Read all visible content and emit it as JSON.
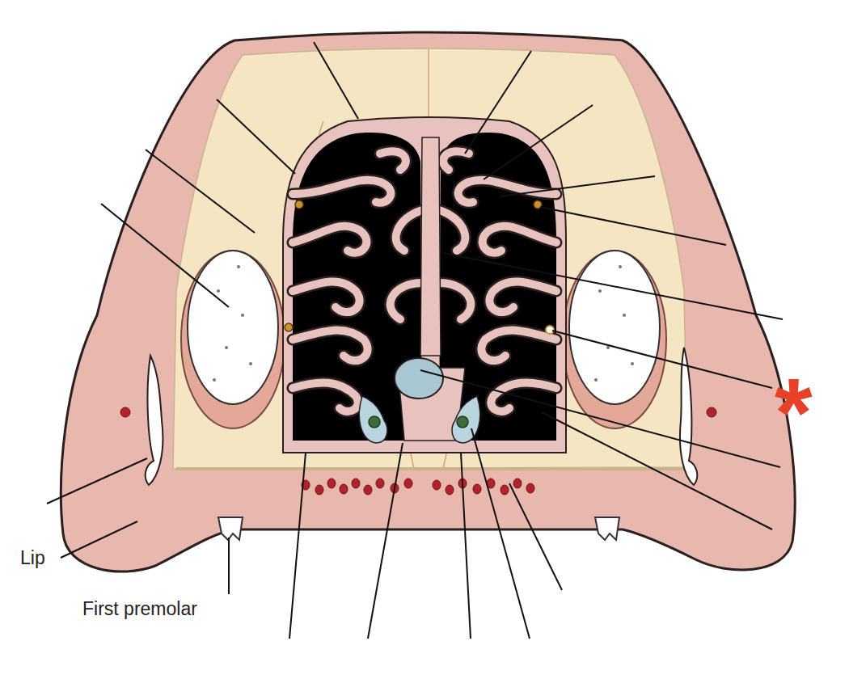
{
  "diagram": {
    "labels": [
      "Lip",
      "First premolar",
      "*"
    ]
  }
}
